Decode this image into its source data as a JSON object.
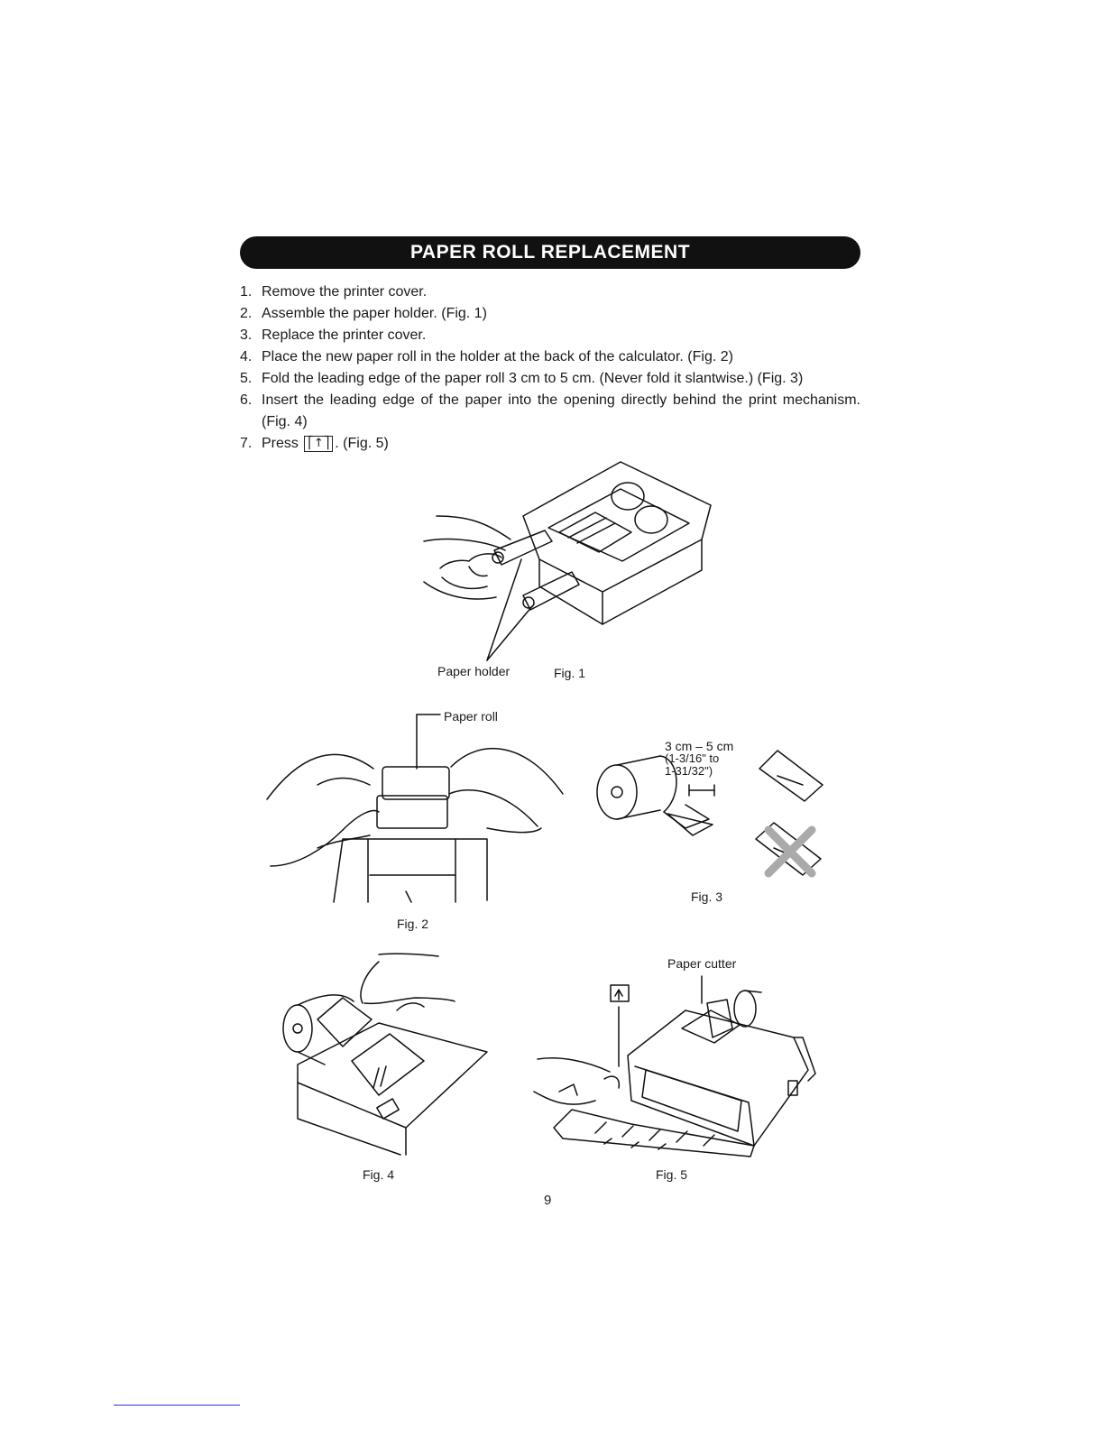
{
  "header": {
    "title": "PAPER ROLL REPLACEMENT"
  },
  "steps": [
    {
      "num": "1.",
      "text": "Remove the printer cover."
    },
    {
      "num": "2.",
      "text": "Assemble the paper holder.  (Fig. 1)"
    },
    {
      "num": "3.",
      "text": "Replace the printer cover."
    },
    {
      "num": "4.",
      "text": "Place the new paper roll in the holder at the back of the calculator.  (Fig. 2)"
    },
    {
      "num": "5.",
      "text": "Fold the leading edge of the paper roll 3 cm to 5 cm.  (Never fold it slantwise.) (Fig. 3)"
    },
    {
      "num": "6.",
      "text": "Insert the leading edge of the paper into the opening directly behind the print mechanism.  (Fig. 4)"
    },
    {
      "num": "7.",
      "text_before": "Press",
      "text_after": ".  (Fig. 5)"
    }
  ],
  "key_symbol": "↑",
  "figures": {
    "fig1": {
      "caption": "Fig. 1",
      "label": "Paper holder"
    },
    "fig2": {
      "caption": "Fig. 2",
      "label": "Paper roll"
    },
    "fig3": {
      "caption": "Fig. 3",
      "measure_line1": "3 cm – 5 cm",
      "measure_line2": "(1-3/16\" to",
      "measure_line3": "1-31/32\")"
    },
    "fig4": {
      "caption": "Fig. 4"
    },
    "fig5": {
      "caption": "Fig. 5",
      "label": "Paper cutter"
    }
  },
  "page_number": "9"
}
